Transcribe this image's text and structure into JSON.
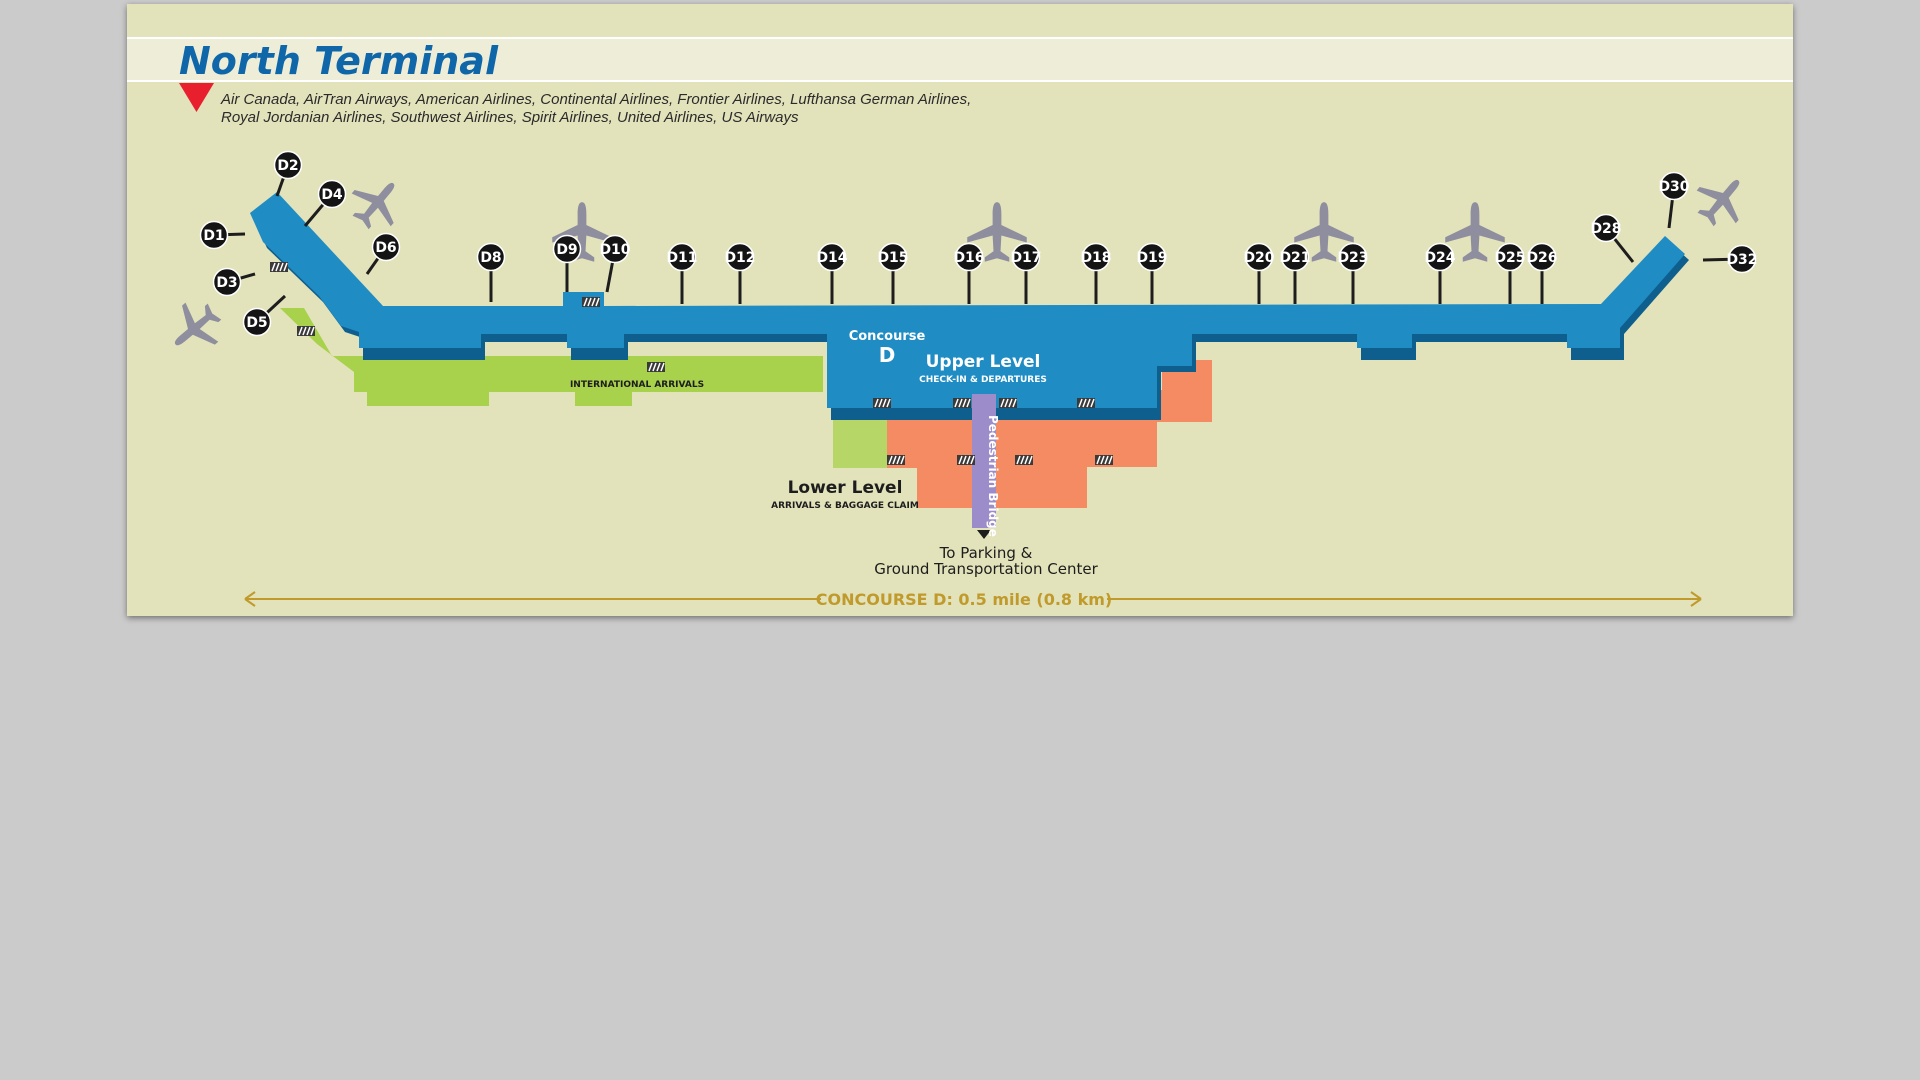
{
  "title": "North Terminal",
  "airlines": {
    "line1": "Air Canada, AirTran Airways, American Airlines, Continental Airlines,  Frontier Airlines, Lufthansa German Airlines,",
    "line2": "Royal Jordanian Airlines, Southwest Airlines, Spirit Airlines, United Airlines, US Airways"
  },
  "concourse": {
    "label": "Concourse",
    "letter": "D"
  },
  "upper_level": {
    "title": "Upper Level",
    "subtitle": "CHECK-IN & DEPARTURES"
  },
  "lower_level": {
    "title": "Lower Level",
    "subtitle": "ARRIVALS & BAGGAGE CLAIM"
  },
  "international_arrivals": "INTERNATIONAL ARRIVALS",
  "pedestrian_bridge": "Pedestrian Bridge",
  "parking": {
    "line1": "To Parking &",
    "line2": "Ground Transportation Center"
  },
  "distance": "CONCOURSE D: 0.5 mile (0.8 km)",
  "gates": [
    "D1",
    "D2",
    "D3",
    "D4",
    "D5",
    "D6",
    "D8",
    "D9",
    "D10",
    "D11",
    "D12",
    "D14",
    "D15",
    "D16",
    "D17",
    "D18",
    "D19",
    "D20",
    "D21",
    "D23",
    "D24",
    "D25",
    "D26",
    "D28",
    "D30",
    "D32"
  ],
  "icons": {
    "marker": "red-triangle-icon",
    "plane": "airplane-icon",
    "escalator": "escalator-icon"
  },
  "colors": {
    "background": "#e2e2bb",
    "concourse": "#1f8cc4",
    "concourse_dark": "#0e5f8d",
    "arrivals_green": "#a8d14c",
    "baggage_orange": "#f58b62",
    "bridge_purple": "#9c8cc9",
    "title_blue": "#0f67a9",
    "marker_red": "#e8202e",
    "distance_gold": "#c09a2b",
    "plane_gray": "#8e8e9e"
  }
}
